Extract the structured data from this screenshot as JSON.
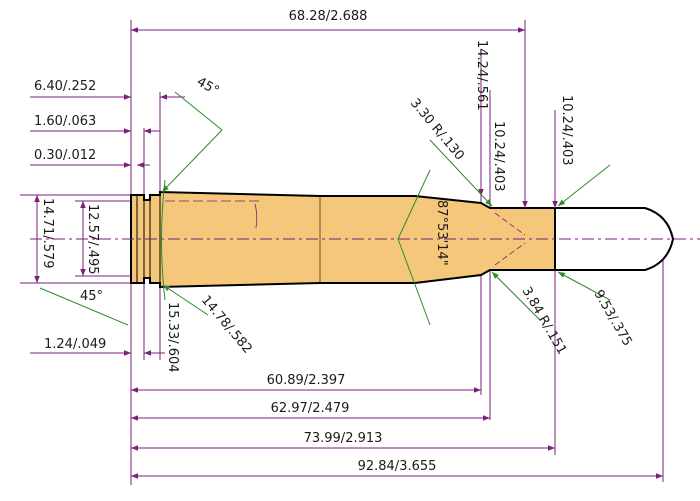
{
  "colors": {
    "case": "#F4C77A",
    "bullet": "#ffffff",
    "outline": "#000000",
    "dimension": "#7a1f7a",
    "leader": "#2e8b2e",
    "text": "#1a1a1a"
  },
  "dimensions": {
    "case_length_top": "68.28/2.688",
    "rim_dia": "6.40/.252",
    "rim_thickness": "1.60/.063",
    "extractor_chamfer": "0.30/.012",
    "angle_rim": "45°",
    "shoulder_dia": "14.24/.561",
    "shoulder_radius": "3.30 R/.130",
    "neck_dia_top": "10.24/.403",
    "mouth_dia": "10.24/.403",
    "shoulder_angle": "87°53'14\"",
    "rim_diameter_left": "14.71/.579",
    "groove_dia": "12.57/.495",
    "angle_groove": "45°",
    "body_dia_base": "15.33/.604",
    "body_dia": "14.78/.582",
    "neck_radius": "3.84 R/.151",
    "bullet_dia": "9.53/.375",
    "groove_width": "1.24/.049",
    "len_shoulder": "60.89/2.397",
    "len_neck": "62.97/2.479",
    "len_case": "73.99/2.913",
    "len_overall": "92.84/3.655"
  }
}
